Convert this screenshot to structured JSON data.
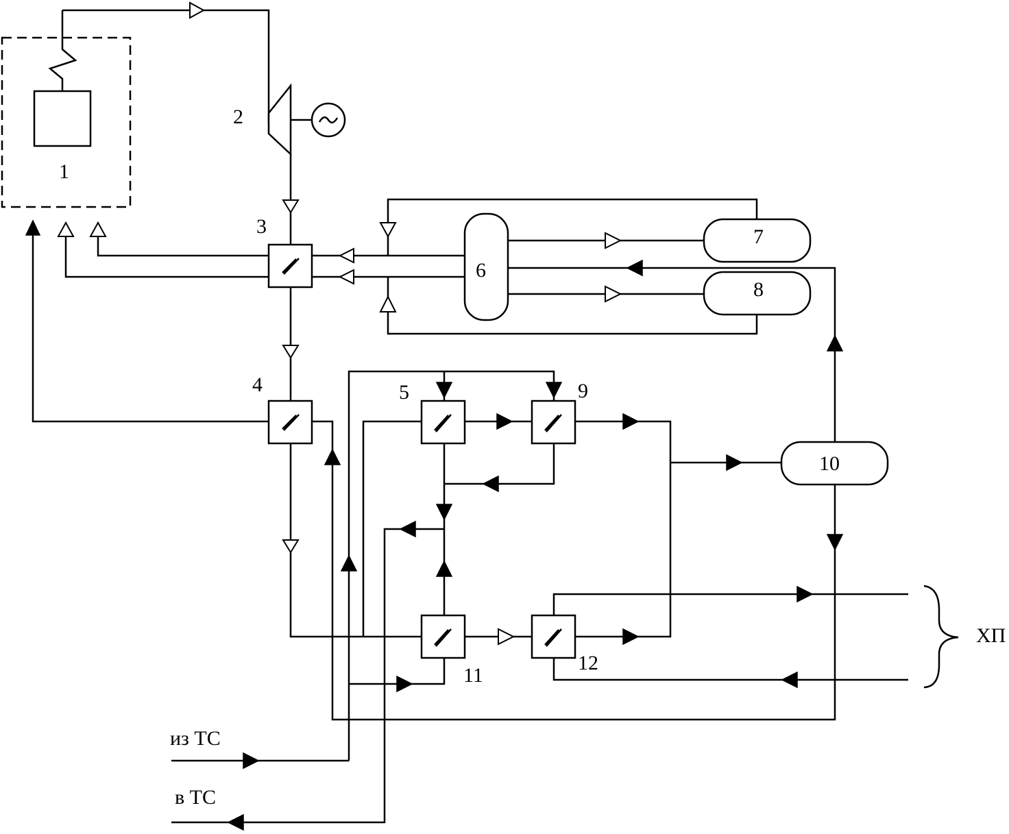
{
  "labels": {
    "n1": "1",
    "n2": "2",
    "n3": "3",
    "n4": "4",
    "n5": "5",
    "n6": "6",
    "n7": "7",
    "n8": "8",
    "n9": "9",
    "n10": "10",
    "n11": "11",
    "n12": "12",
    "from_ts": "из ТС",
    "to_ts": "в ТС",
    "hp": "ХП"
  }
}
